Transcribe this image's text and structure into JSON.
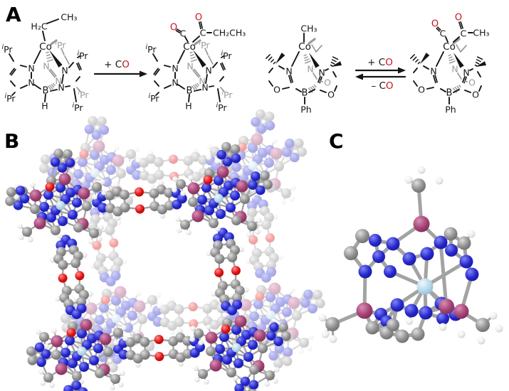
{
  "figure": {
    "background": "#ffffff"
  },
  "panels": {
    "a": "A",
    "b": "B",
    "c": "C"
  },
  "colors": {
    "text": "#151515",
    "gray_ligand": "#9a9a9a",
    "red": "#c81420",
    "bond": "#a3a3a3",
    "atoms": {
      "C": {
        "base": "#8f8f8f",
        "hi": "#dedede",
        "lo": "#565656"
      },
      "N": {
        "base": "#2527cf",
        "hi": "#8286f2",
        "lo": "#121278"
      },
      "O": {
        "base": "#e01212",
        "hi": "#ff8d8d",
        "lo": "#870707"
      },
      "H": {
        "base": "#ededed",
        "hi": "#ffffff",
        "lo": "#b2b2b2"
      },
      "B": {
        "base": "#a24273",
        "hi": "#d98fb6",
        "lo": "#642145"
      },
      "Co": {
        "base": "#b5d7e9",
        "hi": "#f1f8fc",
        "lo": "#7da9c6"
      }
    }
  },
  "panelA": {
    "labels": {
      "co": "Co",
      "n": "N",
      "b": "B",
      "h": "H",
      "o": "O",
      "c": "C",
      "ph": "Ph",
      "ipr_sup": "i",
      "ipr_main": "Pr",
      "ethyl_ch2": "H₂C",
      "ch3": "CH₃",
      "propionyl_chain": "CH₂CH₃",
      "arrow_forward": "+ CO",
      "eq_forward": "+ CO",
      "eq_reverse": "– CO"
    }
  }
}
